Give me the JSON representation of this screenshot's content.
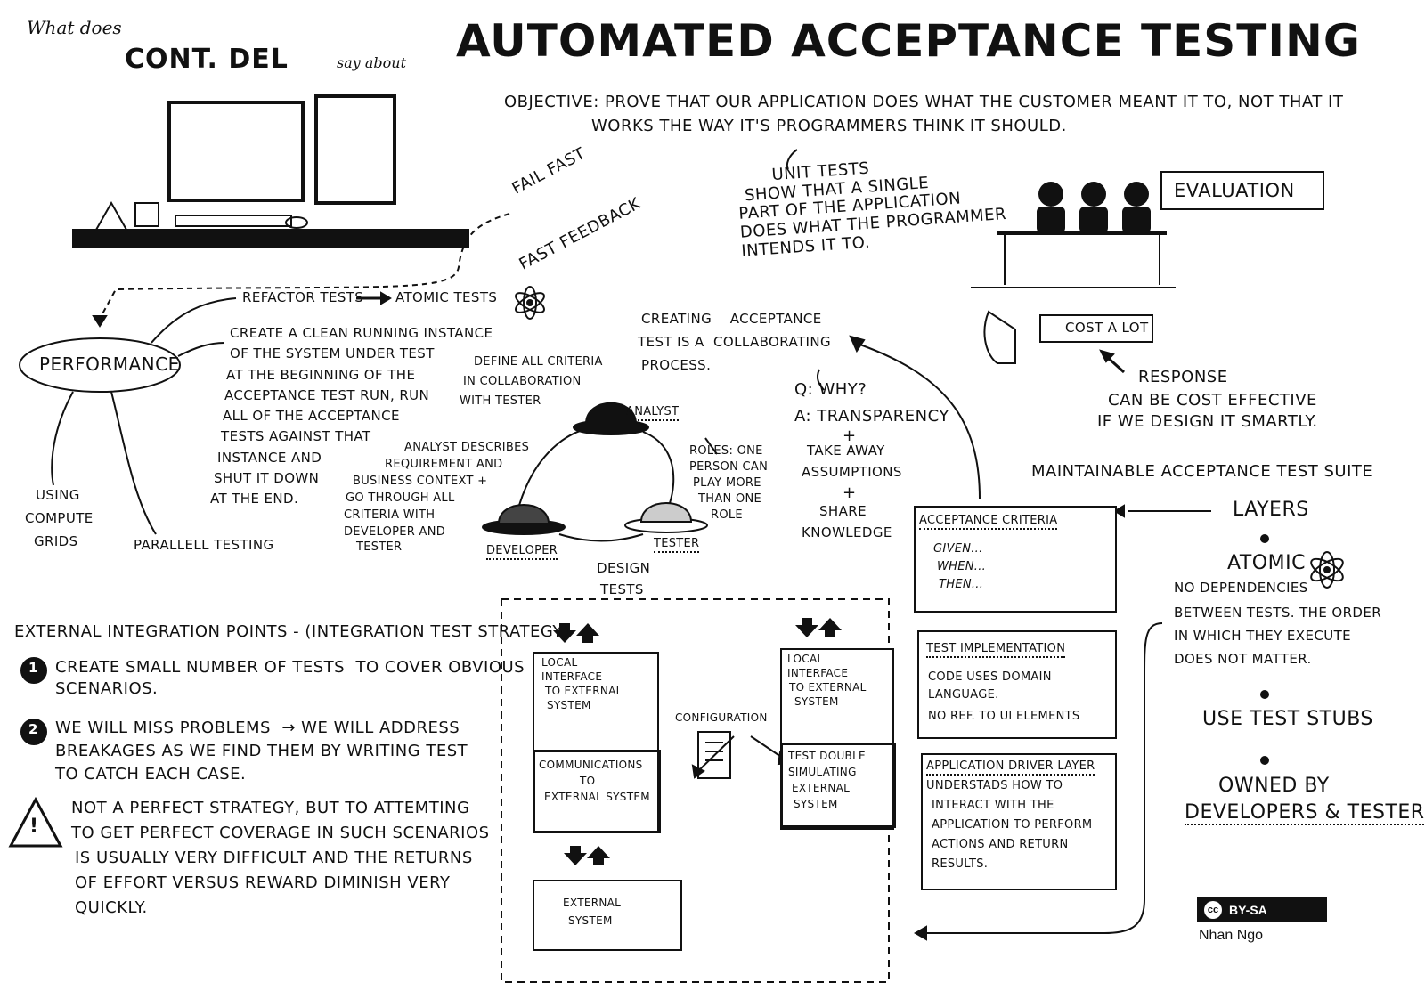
{
  "header": {
    "what_does": "What does",
    "cont_del": "CONT. DEL",
    "say_about": "say about",
    "title": "AUTOMATED ACCEPTANCE TESTING"
  },
  "objective": {
    "line1": "OBJECTIVE: PROVE THAT OUR APPLICATION DOES WHAT THE CUSTOMER MEANT IT TO, NOT THAT IT",
    "line2": "WORKS THE WAY IT'S PROGRAMMERS THINK IT SHOULD."
  },
  "unit_tests": {
    "lines": [
      "UNIT TESTS",
      "SHOW THAT A SINGLE",
      "PART OF THE APPLICATION",
      "DOES WHAT THE PROGRAMMER",
      "INTENDS IT TO."
    ]
  },
  "evaluation": {
    "label": "EVALUATION",
    "cost": "COST A LOT",
    "response_title": "RESPONSE",
    "response_line1": "CAN BE COST EFFECTIVE",
    "response_line2": "IF WE DESIGN IT SMARTLY."
  },
  "fail_fast": {
    "line1": "FAIL FAST",
    "line2": "FAST FEEDBACK"
  },
  "performance": {
    "label": "PERFORMANCE",
    "refactor": "REFACTOR TESTS",
    "atomic": "ATOMIC TESTS",
    "clean": [
      "CREATE A CLEAN RUNNING INSTANCE",
      "OF THE SYSTEM UNDER TEST",
      "AT THE BEGINNING OF THE",
      "ACCEPTANCE TEST RUN, RUN",
      "ALL OF THE ACCEPTANCE",
      "TESTS AGAINST THAT",
      "INSTANCE AND",
      "SHUT IT DOWN",
      "AT THE END."
    ],
    "grids": [
      "USING",
      "COMPUTE",
      "GRIDS"
    ],
    "parallel": "PARALLELL TESTING"
  },
  "collaboration": {
    "creating": [
      "CREATING    ACCEPTANCE",
      "TEST IS A  COLLABORATING",
      "PROCESS."
    ],
    "define": [
      "DEFINE ALL CRITERIA",
      "IN COLLABORATION",
      "WITH TESTER"
    ],
    "analyst": "ANALYST",
    "developer": "DEVELOPER",
    "tester": "TESTER",
    "analyst_desc": [
      "ANALYST DESCRIBES",
      "REQUIREMENT AND",
      "BUSINESS CONTEXT +",
      "GO THROUGH ALL",
      "CRITERIA WITH",
      "DEVELOPER AND",
      "TESTER"
    ],
    "roles": [
      "ROLES: ONE",
      "PERSON CAN",
      "PLAY MORE",
      "THAN ONE",
      "ROLE"
    ],
    "design": [
      "DESIGN",
      "TESTS"
    ],
    "q": "Q: WHY?",
    "a": "A: TRANSPARENCY",
    "plus1": "+",
    "take_away": [
      "TAKE AWAY",
      "ASSUMPTIONS"
    ],
    "plus2": "+",
    "share": [
      "SHARE",
      "KNOWLEDGE"
    ]
  },
  "suite": {
    "title": "MAINTAINABLE ACCEPTANCE TEST SUITE",
    "layers": "LAYERS",
    "atomic": "ATOMIC",
    "atomic_desc": [
      "NO DEPENDENCIES",
      "BETWEEN TESTS. THE ORDER",
      "IN WHICH THEY EXECUTE",
      "DOES NOT MATTER."
    ],
    "stubs": "USE TEST STUBS",
    "owned1": "OWNED BY",
    "owned2": "DEVELOPERS & TESTERS",
    "criteria_title": "ACCEPTANCE CRITERIA",
    "criteria_lines": [
      "GIVEN...",
      "WHEN...",
      "THEN..."
    ],
    "impl_title": "TEST IMPLEMENTATION",
    "impl_lines": [
      "CODE USES DOMAIN",
      "LANGUAGE.",
      "NO REF. TO UI ELEMENTS"
    ],
    "driver_title": "APPLICATION DRIVER LAYER",
    "driver_lines": [
      "UNDERSTADS HOW TO",
      "INTERACT WITH THE",
      "APPLICATION TO PERFORM",
      "ACTIONS AND RETURN",
      "RESULTS."
    ]
  },
  "integration": {
    "title": "EXTERNAL INTEGRATION POINTS - (INTEGRATION TEST STRATEGY)",
    "n1": "1",
    "item1": [
      "CREATE SMALL NUMBER OF TESTS  TO COVER OBVIOUS",
      "SCENARIOS."
    ],
    "n2": "2",
    "item2": [
      "WE WILL MISS PROBLEMS  → WE WILL ADDRESS",
      "BREAKAGES AS WE FIND THEM BY WRITING TEST",
      "TO CATCH EACH CASE."
    ],
    "warn": "!",
    "item3": [
      "NOT A PERFECT STRATEGY, BUT TO ATTEMTING",
      "TO GET PERFECT COVERAGE IN SUCH SCENARIOS",
      "IS USUALLY VERY DIFFICULT AND THE RETURNS",
      "OF EFFORT VERSUS REWARD DIMINISH VERY",
      "QUICKLY."
    ]
  },
  "external_diagram": {
    "local_left": [
      "LOCAL",
      "INTERFACE",
      "TO EXTERNAL",
      "SYSTEM"
    ],
    "comm": [
      "COMMUNICATIONS",
      "TO",
      "EXTERNAL SYSTEM"
    ],
    "configuration": "CONFIGURATION",
    "local_right": [
      "LOCAL",
      "INTERFACE",
      "TO EXTERNAL",
      "SYSTEM"
    ],
    "double": [
      "TEST DOUBLE",
      "SIMULATING",
      "EXTERNAL",
      "SYSTEM"
    ],
    "external": [
      "EXTERNAL",
      "SYSTEM"
    ]
  },
  "credit": {
    "license": "BY-SA",
    "cc": "cc",
    "author": "Nhan Ngo"
  }
}
